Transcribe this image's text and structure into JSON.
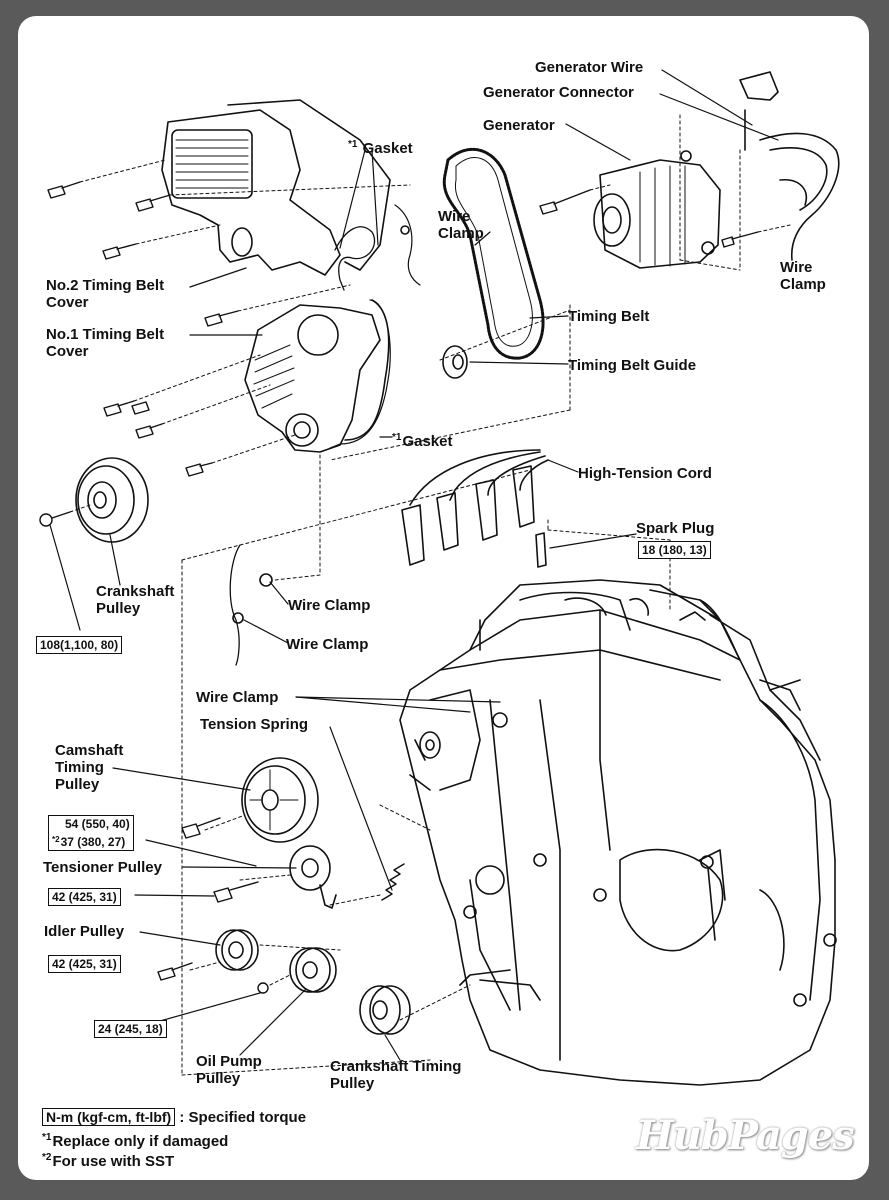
{
  "labels": {
    "generator_wire": "Generator Wire",
    "generator_connector": "Generator Connector",
    "generator": "Generator",
    "gasket_top": "Gasket",
    "wire_clamp_belt": "Wire\nClamp",
    "wire_clamp_right": "Wire\nClamp",
    "no2_cover": "No.2 Timing Belt\nCover",
    "no1_cover": "No.1 Timing Belt\nCover",
    "timing_belt": "Timing Belt",
    "timing_belt_guide": "Timing Belt Guide",
    "gasket_mid": "Gasket",
    "high_tension_cord": "High-Tension Cord",
    "spark_plug": "Spark Plug",
    "crankshaft_pulley": "Crankshaft\nPulley",
    "wire_clamp_1": "Wire Clamp",
    "wire_clamp_2": "Wire Clamp",
    "wire_clamp_3": "Wire Clamp",
    "tension_spring": "Tension Spring",
    "camshaft_timing_pulley": "Camshaft\nTiming\nPulley",
    "tensioner_pulley": "Tensioner Pulley",
    "idler_pulley": "Idler Pulley",
    "oil_pump_pulley": "Oil Pump\nPulley",
    "crankshaft_timing_pulley": "Crankshaft Timing\nPulley"
  },
  "markers": {
    "replace": "*1",
    "sst": "*2"
  },
  "torques": {
    "spark_plug": "18 (180, 13)",
    "crankshaft_pulley": "108(1,100, 80)",
    "camshaft": "54 (550, 40)",
    "camshaft_sst": "37 (380, 27)",
    "tensioner": "42 (425, 31)",
    "idler": "42 (425, 31)",
    "oil_pump": "24 (245, 18)"
  },
  "legend": {
    "torque_units": "N-m (kgf-cm, ft-lbf)",
    "torque_desc": ": Specified torque",
    "note1": "Replace only if damaged",
    "note2": "For use with SST"
  },
  "watermark": "HubPages"
}
